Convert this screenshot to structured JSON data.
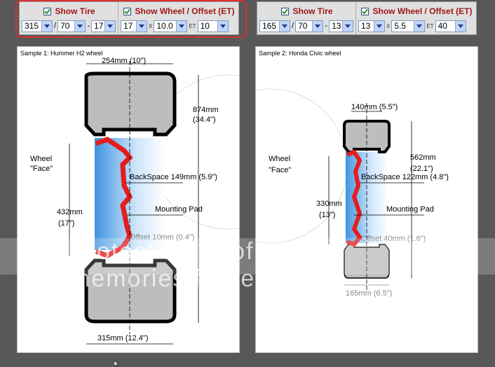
{
  "calculators": [
    {
      "show_tire_label": "Show Tire",
      "show_wheel_label": "Show Wheel / Offset (ET)",
      "tire_width": "315",
      "tire_aspect": "70",
      "tire_rim": "17",
      "wheel_diameter": "17",
      "wheel_width": "10.0",
      "wheel_offset": "10",
      "sep_slash": "/",
      "sep_dash": "-",
      "sep_x": "X",
      "et_label": "ET"
    },
    {
      "show_tire_label": "Show Tire",
      "show_wheel_label": "Show Wheel / Offset (ET)",
      "tire_width": "165",
      "tire_aspect": "70",
      "tire_rim": "13",
      "wheel_diameter": "13",
      "wheel_width": "5.5",
      "wheel_offset": "40",
      "sep_slash": "/",
      "sep_dash": "-",
      "sep_x": "X",
      "et_label": "ET"
    }
  ],
  "samples": [
    {
      "title": "Sample 1: Hummer H2 wheel",
      "top_width": "254mm (10\")",
      "height_mm": "874mm",
      "height_in": "(34.4\")",
      "face_label_1": "Wheel",
      "face_label_2": "\"Face\"",
      "backspace": "BackSpace 149mm (5.9\")",
      "mounting_pad": "Mounting Pad",
      "rim_mm": "432mm",
      "rim_in": "(17\")",
      "offset": "Offset 10mm (0.4\")",
      "bottom_width": "315mm (12.4\")"
    },
    {
      "title": "Sample 2: Honda Civic wheel",
      "top_width": "140mm (5.5\")",
      "height_mm": "562mm",
      "height_in": "(22.1\")",
      "face_label_1": "Wheel",
      "face_label_2": "\"Face\"",
      "backspace": "BackSpace 122mm (4.8\")",
      "mounting_pad": "Mounting Pad",
      "rim_mm": "330mm",
      "rim_in": "(13\")",
      "offset": "Offset 40mm (1.6\")",
      "bottom_width": "165mm (6.5\")"
    }
  ],
  "watermark_text": "Protect more of your memories for less!",
  "colors": {
    "accent_red": "#d73030",
    "label_red": "#a01616",
    "tire_fill": "#bdbdbd",
    "tire_stroke": "#000000",
    "wheel_red": "#e41e1e",
    "wheel_blue": "#5aa8e8"
  }
}
